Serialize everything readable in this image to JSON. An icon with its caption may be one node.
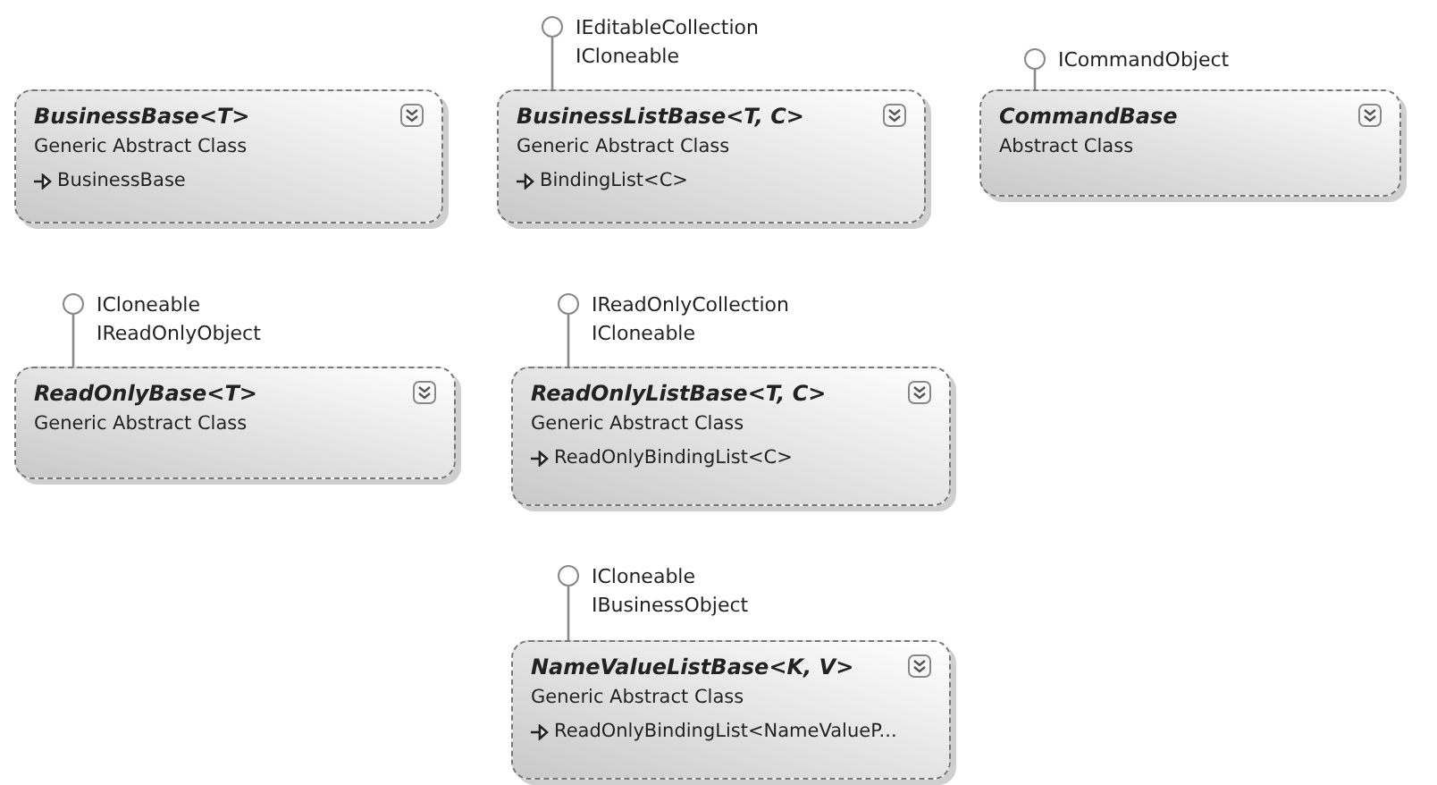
{
  "diagram": {
    "nodes": [
      {
        "text": [],
        "shape": "circle",
        "beside": [
          "IEditableCollection",
          "ICloneable"
        ]
      },
      {
        "text": [],
        "shape": "circle",
        "beside": [
          "ICommandObject"
        ]
      },
      {
        "text": [
          "BusinessBase<T>",
          "Generic Abstract Class",
          "BusinessBase"
        ]
      },
      {
        "text": [
          "BusinessListBase<T, C>",
          "Generic Abstract Class",
          "BindingList<C>"
        ]
      },
      {
        "text": [
          "CommandBase",
          "Abstract Class"
        ]
      },
      {
        "text": [],
        "shape": "circle",
        "beside": [
          "ICloneable",
          "IReadOnlyObject"
        ]
      },
      {
        "text": [],
        "shape": "circle",
        "beside": [
          "IReadOnlyCollection",
          "ICloneable"
        ]
      },
      {
        "text": [
          "ReadOnlyBase<T>",
          "Generic Abstract Class"
        ]
      },
      {
        "text": [
          "ReadOnlyListBase<T, C>",
          "Generic Abstract Class",
          "ReadOnlyBindingList<C>"
        ]
      },
      {
        "text": [],
        "shape": "circle",
        "beside": [
          "ICloneable",
          "IBusinessObject"
        ]
      },
      {
        "text": [
          "NameValueListBase<K, V>",
          "Generic Abstract Class",
          "ReadOnlyBindingList<NameValueP..."
        ]
      }
    ],
    "edges": [
      {
        "from": 3,
        "to": 0,
        "arrow": "none"
      },
      {
        "from": 4,
        "to": 1,
        "arrow": "none"
      },
      {
        "from": 7,
        "to": 5,
        "arrow": "none"
      },
      {
        "from": 8,
        "to": 6,
        "arrow": "none"
      },
      {
        "from": 10,
        "to": 9,
        "arrow": "none"
      }
    ]
  }
}
